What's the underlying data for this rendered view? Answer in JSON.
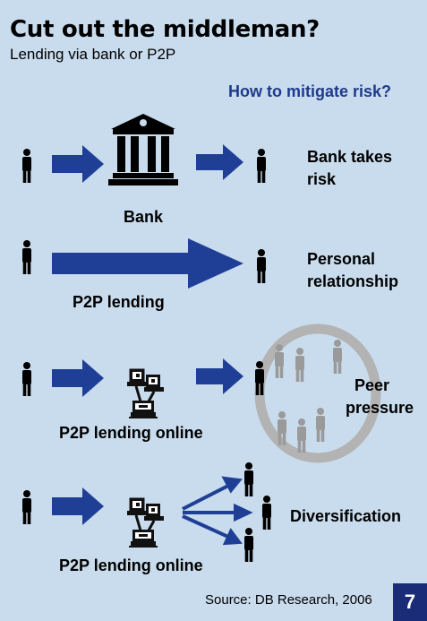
{
  "title": "Cut out the middleman?",
  "subtitle": "Lending via bank or P2P",
  "question": "How to mitigate risk?",
  "rows": [
    {
      "channel": "Bank",
      "outcome": "Bank takes risk",
      "outcome_lines": [
        "Bank takes",
        "risk"
      ]
    },
    {
      "channel": "P2P lending",
      "outcome": "Personal relationship",
      "outcome_lines": [
        "Personal",
        "relationship"
      ]
    },
    {
      "channel": "P2P lending online",
      "outcome": "Peer pressure",
      "outcome_lines": [
        "Peer",
        "pressure"
      ]
    },
    {
      "channel": "P2P lending online",
      "outcome": "Diversification",
      "outcome_lines": [
        "Diversification"
      ]
    }
  ],
  "source": "Source: DB Research, 2006",
  "page_number": "7",
  "icons": [
    "person-icon",
    "bank-building-icon",
    "computer-network-icon",
    "peer-circle-icon"
  ],
  "colors": {
    "background": "#c9dced",
    "arrow": "#1f3f96",
    "question": "#1e3a8c",
    "badge": "#1a2c78",
    "circle": "#b3b3b3",
    "peer": "#9a9a9a"
  }
}
